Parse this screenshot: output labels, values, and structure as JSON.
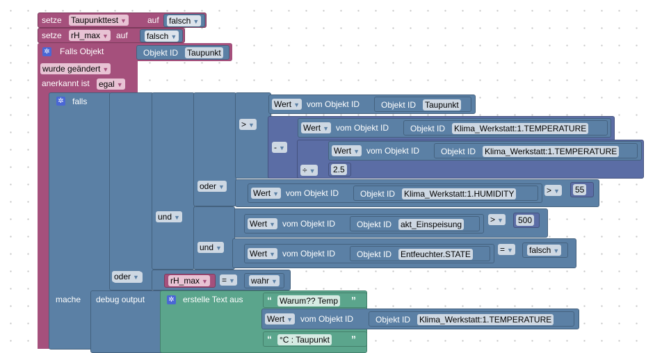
{
  "blocks": {
    "setze1": {
      "label": "setze",
      "var": "Taupunkttest",
      "auf": "auf",
      "value": "falsch"
    },
    "setze2": {
      "label": "setze",
      "var": "rH_max",
      "auf": "auf",
      "value": "falsch"
    },
    "event": {
      "label": "Falls Objekt",
      "objid_label": "Objekt ID",
      "objid_value": "Taupunkt",
      "changed": "wurde geändert",
      "ack_label": "anerkannt ist",
      "ack_value": "egal"
    },
    "if": {
      "label": "falls",
      "do_label": "mache"
    },
    "or1": "oder",
    "and1": "und",
    "or2": "oder",
    "and2": "und",
    "cmp_gt": ">",
    "minus": "-",
    "div": "÷",
    "div_value": "2.5",
    "wert": "Wert",
    "vom": "vom Objekt ID",
    "objid": "Objekt ID",
    "ids": {
      "taupunkt": "Taupunkt",
      "temp": "Klima_Werkstatt:1.TEMPERATURE",
      "humidity": "Klima_Werkstatt:1.HUMIDITY",
      "einspeisung": "akt_Einspeisung",
      "state": "Entfeuchter.STATE"
    },
    "hum_cmp": ">",
    "hum_val": "55",
    "eins_cmp": ">",
    "eins_val": "500",
    "state_cmp": "=",
    "state_val": "falsch",
    "rh_var": "rH_max",
    "rh_cmp": "=",
    "rh_val": "wahr",
    "debug": "debug output",
    "text_create": "erstelle Text aus",
    "text1": "Warum?? Temp",
    "text2": "°C : Taupunkt"
  }
}
